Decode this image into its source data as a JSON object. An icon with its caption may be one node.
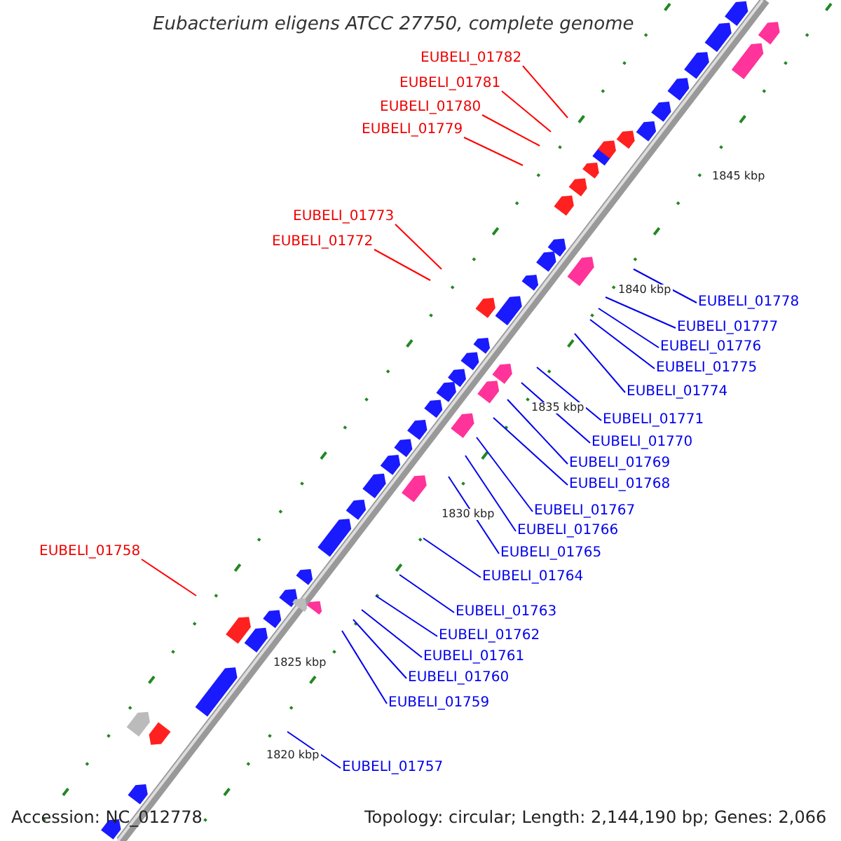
{
  "diagram": {
    "title": "Eubacterium eligens ATCC 27750, complete genome",
    "nodes": [
      {
        "text": [
          "EUBELI_01782"
        ]
      },
      {
        "text": [
          "EUBELI_01781"
        ]
      },
      {
        "text": [
          "EUBELI_01780"
        ]
      },
      {
        "text": [
          "EUBELI_01779"
        ]
      },
      {
        "text": [
          "EUBELI_01773"
        ]
      },
      {
        "text": [
          "EUBELI_01772"
        ]
      },
      {
        "text": [
          "EUBELI_01778"
        ]
      },
      {
        "text": [
          "EUBELI_01777"
        ]
      },
      {
        "text": [
          "EUBELI_01776"
        ]
      },
      {
        "text": [
          "EUBELI_01775"
        ]
      },
      {
        "text": [
          "EUBELI_01774"
        ]
      },
      {
        "text": [
          "EUBELI_01771"
        ]
      },
      {
        "text": [
          "EUBELI_01770"
        ]
      },
      {
        "text": [
          "EUBELI_01769"
        ]
      },
      {
        "text": [
          "EUBELI_01768"
        ]
      },
      {
        "text": [
          "EUBELI_01767"
        ]
      },
      {
        "text": [
          "EUBELI_01766"
        ]
      },
      {
        "text": [
          "EUBELI_01765"
        ]
      },
      {
        "text": [
          "EUBELI_01758"
        ]
      },
      {
        "text": [
          "EUBELI_01764"
        ]
      },
      {
        "text": [
          "EUBELI_01763"
        ]
      },
      {
        "text": [
          "EUBELI_01762"
        ]
      },
      {
        "text": [
          "EUBELI_01761"
        ]
      },
      {
        "text": [
          "EUBELI_01760"
        ]
      },
      {
        "text": [
          "EUBELI_01759"
        ]
      },
      {
        "text": [
          "EUBELI_01757"
        ]
      }
    ],
    "edges": [
      {
        "from": 0,
        "to": null,
        "arrow": "none",
        "color": "#ff0000"
      },
      {
        "from": 1,
        "to": null,
        "arrow": "none",
        "color": "#ff0000"
      },
      {
        "from": 2,
        "to": null,
        "arrow": "none",
        "color": "#ff0000"
      },
      {
        "from": 3,
        "to": null,
        "arrow": "none",
        "color": "#ff0000"
      },
      {
        "from": 4,
        "to": null,
        "arrow": "none",
        "color": "#ff0000"
      },
      {
        "from": 5,
        "to": null,
        "arrow": "none",
        "color": "#ff0000"
      },
      {
        "from": 6,
        "to": null,
        "arrow": "none"
      },
      {
        "from": 7,
        "to": null,
        "arrow": "none"
      },
      {
        "from": 8,
        "to": null,
        "arrow": "none"
      },
      {
        "from": 9,
        "to": null,
        "arrow": "none"
      },
      {
        "from": 10,
        "to": null,
        "arrow": "none"
      },
      {
        "from": 11,
        "to": null,
        "arrow": "none"
      },
      {
        "from": 12,
        "to": null,
        "arrow": "none"
      },
      {
        "from": 13,
        "to": null,
        "arrow": "none"
      },
      {
        "from": 14,
        "to": null,
        "arrow": "none"
      },
      {
        "from": 15,
        "to": null,
        "arrow": "none"
      },
      {
        "from": 16,
        "to": null,
        "arrow": "none"
      },
      {
        "from": 17,
        "to": null,
        "arrow": "none"
      },
      {
        "from": 18,
        "to": null,
        "arrow": "none",
        "color": "#ff0000"
      },
      {
        "from": 19,
        "to": null,
        "arrow": "none"
      },
      {
        "from": 20,
        "to": null,
        "arrow": "none"
      },
      {
        "from": 21,
        "to": null,
        "arrow": "none"
      },
      {
        "from": 22,
        "to": null,
        "arrow": "none"
      },
      {
        "from": 23,
        "to": null,
        "arrow": "none"
      },
      {
        "from": 24,
        "to": null,
        "arrow": "none"
      },
      {
        "from": 25,
        "to": null,
        "arrow": "none"
      }
    ],
    "labels": [
      "1845 kbp",
      "1840 kbp",
      "1835 kbp",
      "1830 kbp",
      "1825 kbp",
      "1820 kbp",
      "Accession: NC_012778",
      "Topology: circular; Length: 2,144,190 bp; Genes: 2,066"
    ]
  }
}
